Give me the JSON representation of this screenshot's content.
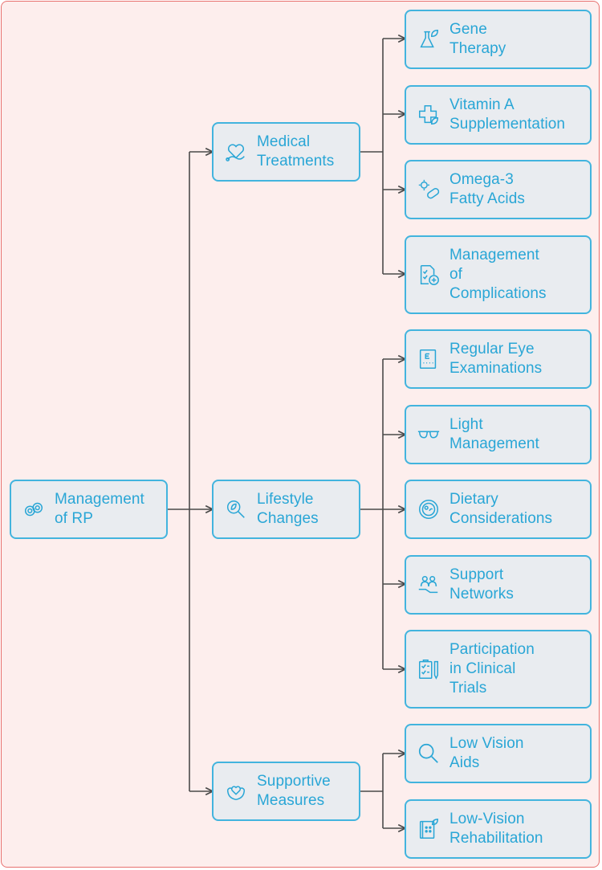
{
  "diagram": {
    "colors": {
      "line": "#4a4a4a",
      "accent": "#29a6d6",
      "node_fill": "#e9ecf0",
      "frame_border": "#e8716f",
      "frame_fill": "#fdeeed"
    },
    "root": {
      "label": "Management\nof RP",
      "icon": "eyes-icon"
    },
    "branches": [
      {
        "label": "Medical\nTreatments",
        "icon": "heart-stethoscope-icon",
        "children": [
          {
            "label": "Gene\nTherapy",
            "icon": "flask-leaf-icon"
          },
          {
            "label": "Vitamin A\nSupplementation",
            "icon": "medical-cross-leaf-icon"
          },
          {
            "label": "Omega-3\nFatty Acids",
            "icon": "pill-capsule-icon"
          },
          {
            "label": "Management\nof\nComplications",
            "icon": "document-checklist-icon"
          }
        ]
      },
      {
        "label": "Lifestyle\nChanges",
        "icon": "magnifier-leaf-icon",
        "children": [
          {
            "label": "Regular Eye\nExaminations",
            "icon": "eye-chart-icon"
          },
          {
            "label": "Light\nManagement",
            "icon": "sunglasses-icon"
          },
          {
            "label": "Dietary\nConsiderations",
            "icon": "plate-food-icon"
          },
          {
            "label": "Support\nNetworks",
            "icon": "people-hand-icon"
          },
          {
            "label": "Participation\nin Clinical\nTrials",
            "icon": "clipboard-pen-icon"
          }
        ]
      },
      {
        "label": "Supportive\nMeasures",
        "icon": "hands-heart-icon",
        "children": [
          {
            "label": "Low Vision\nAids",
            "icon": "magnifier-icon"
          },
          {
            "label": "Low-Vision\nRehabilitation",
            "icon": "braille-book-icon"
          }
        ]
      }
    ]
  }
}
